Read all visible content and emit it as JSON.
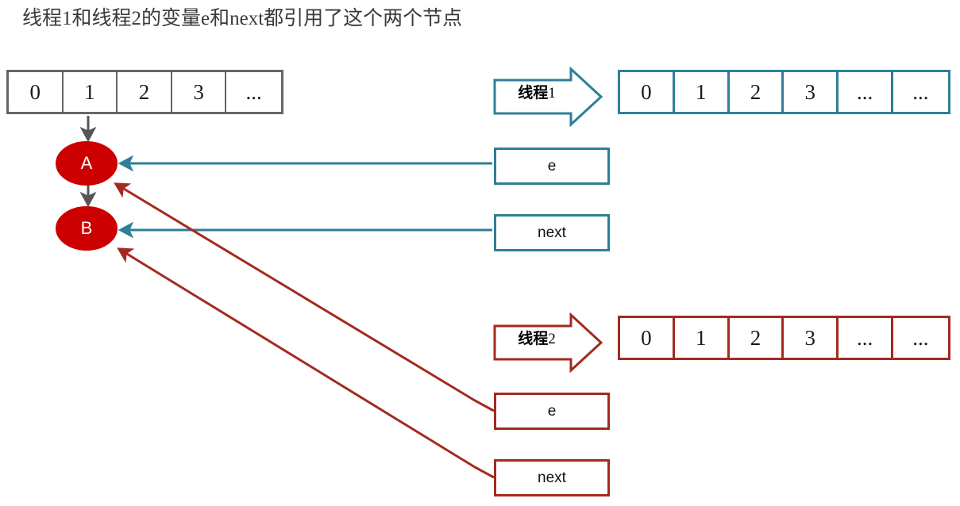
{
  "title": "线程1和线程2的变量e和next都引用了这个两个节点",
  "colors": {
    "teal": "#2e7f97",
    "red": "#a42a1f",
    "gray": "#666666",
    "node_fill": "#cc0000",
    "node_text": "#ffffff",
    "background": "#ffffff"
  },
  "arrays": {
    "shared": {
      "name": "shared-hash-table",
      "cells": [
        "0",
        "1",
        "2",
        "3",
        "..."
      ]
    },
    "thread1": {
      "name": "thread1-hash-table",
      "cells": [
        "0",
        "1",
        "2",
        "3",
        "...",
        "..."
      ]
    },
    "thread2": {
      "name": "thread2-hash-table",
      "cells": [
        "0",
        "1",
        "2",
        "3",
        "...",
        "..."
      ]
    }
  },
  "nodes": [
    {
      "id": "a",
      "label": "A"
    },
    {
      "id": "b",
      "label": "B"
    }
  ],
  "threads": [
    {
      "id": "thread1",
      "label_bold": "线程",
      "label_num": "1",
      "color": "#2e7f97",
      "variables": [
        {
          "id": "e",
          "label": "e",
          "points_to": "A"
        },
        {
          "id": "next",
          "label": "next",
          "points_to": "B"
        }
      ]
    },
    {
      "id": "thread2",
      "label_bold": "线程",
      "label_num": "2",
      "color": "#a42a1f",
      "variables": [
        {
          "id": "e",
          "label": "e",
          "points_to": "A"
        },
        {
          "id": "next",
          "label": "next",
          "points_to": "B"
        }
      ]
    }
  ],
  "connections": [
    {
      "name": "bucket1-to-node-a",
      "from": "shared-array-cell-1",
      "to": "node-a",
      "color": "#555555"
    },
    {
      "name": "node-a-to-node-b",
      "from": "node-a",
      "to": "node-b",
      "color": "#555555"
    },
    {
      "name": "thread1-e-to-node-a",
      "from": "thread1-var-e",
      "to": "node-a",
      "color": "#2e7f97"
    },
    {
      "name": "thread1-next-to-node-b",
      "from": "thread1-var-next",
      "to": "node-b",
      "color": "#2e7f97"
    },
    {
      "name": "thread2-e-to-node-a",
      "from": "thread2-var-e",
      "to": "node-a",
      "color": "#a42a1f"
    },
    {
      "name": "thread2-next-to-node-b",
      "from": "thread2-var-next",
      "to": "node-b",
      "color": "#a42a1f"
    }
  ]
}
